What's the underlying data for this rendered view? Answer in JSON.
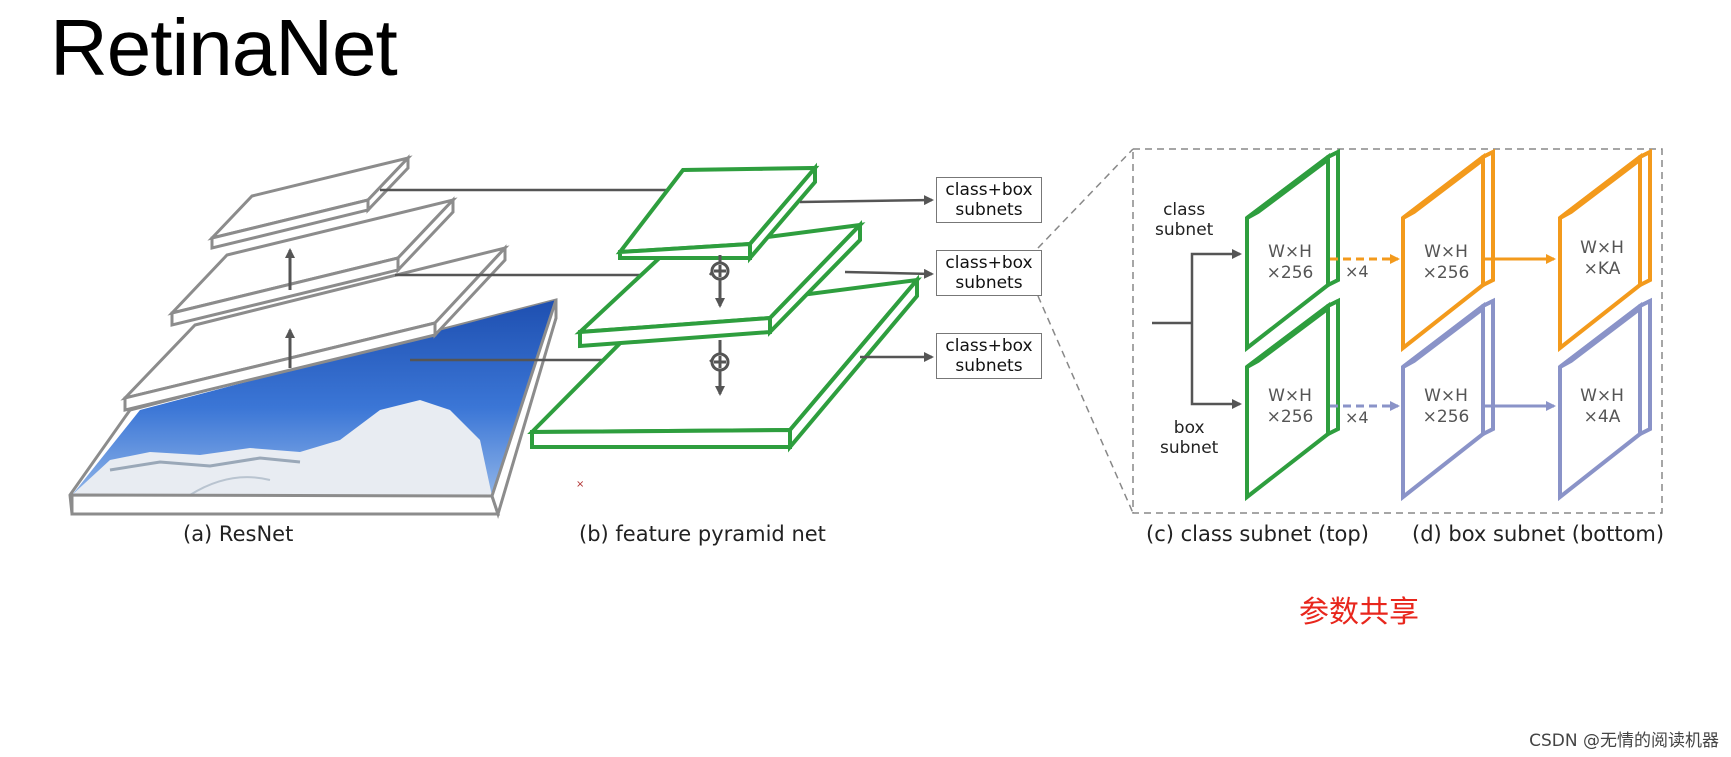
{
  "title": "RetinaNet",
  "captions": {
    "resnet": "(a) ResNet",
    "fpn": "(b) feature pyramid net",
    "class_subnet": "(c) class subnet (top)",
    "box_subnet": "(d) box subnet (bottom)"
  },
  "subnet_boxes": [
    {
      "line1": "class+box",
      "line2": "subnets"
    },
    {
      "line1": "class+box",
      "line2": "subnets"
    },
    {
      "line1": "class+box",
      "line2": "subnets"
    }
  ],
  "branch_labels": {
    "class": {
      "line1": "class",
      "line2": "subnet"
    },
    "box": {
      "line1": "box",
      "line2": "subnet"
    }
  },
  "plates": {
    "class_in": {
      "line1": "W×H",
      "line2": "×256"
    },
    "class_mid": {
      "line1": "W×H",
      "line2": "×256"
    },
    "class_out": {
      "line1": "W×H",
      "line2": "×KA"
    },
    "box_in": {
      "line1": "W×H",
      "line2": "×256"
    },
    "box_mid": {
      "line1": "W×H",
      "line2": "×256"
    },
    "box_out": {
      "line1": "W×H",
      "line2": "×4A"
    }
  },
  "repeat": {
    "class": "×4",
    "box": "×4"
  },
  "note": "参数共享",
  "watermark": "CSDN @无情的阅读机器",
  "colors": {
    "resnet": "#8c8c8c",
    "fpn": "#2e9e3e",
    "class_subnet": "#f39a1c",
    "box_subnet": "#8a93c8",
    "arrow": "#555555",
    "note": "#e8261c"
  }
}
